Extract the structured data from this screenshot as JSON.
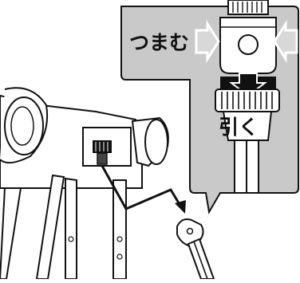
{
  "figure": {
    "description_labels": {
      "pinch": "つまむ",
      "pull": "引く"
    },
    "colors": {
      "callout_fill": "#c9c9c9",
      "line": "#111111",
      "arrow_dark": "#222222",
      "white": "#ffffff",
      "light_gray": "#e6e6e6"
    },
    "icons": {
      "pinch_arrows": "outline-arrows-pointing-inward",
      "pull_arrow": "filled-arrow-pointing-down",
      "connection_path": "zigzag-arrow"
    }
  }
}
